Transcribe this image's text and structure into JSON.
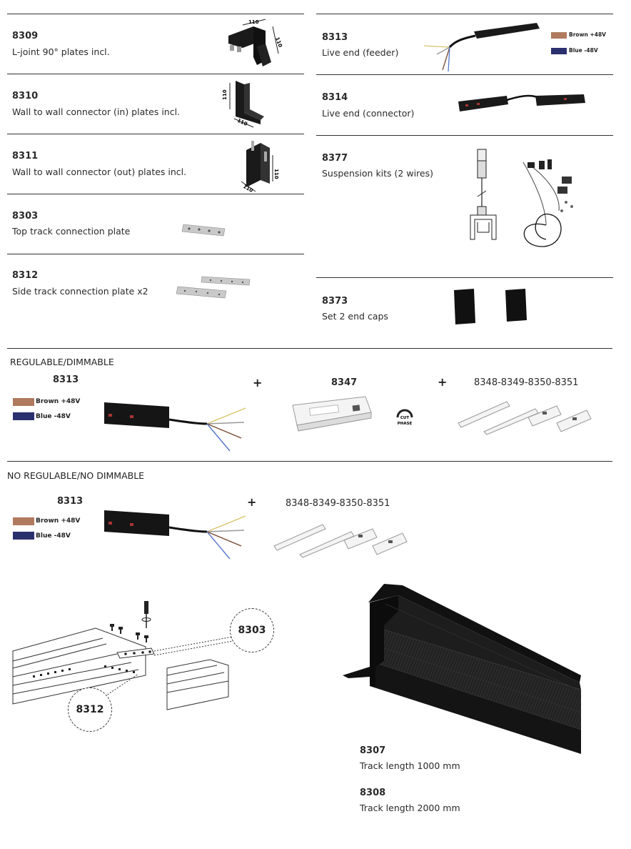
{
  "products_left": [
    {
      "code": "8309",
      "desc": "L-joint 90°  plates incl."
    },
    {
      "code": "8310",
      "desc": "Wall to wall connector (in) plates incl."
    },
    {
      "code": "8311",
      "desc": "Wall to wall connector (out) plates incl."
    },
    {
      "code": "8303",
      "desc": " Top track connection plate"
    },
    {
      "code": "8312",
      "desc": "Side track connection plate x2"
    }
  ],
  "products_right": [
    {
      "code": "8313",
      "desc": "Live end (feeder)"
    },
    {
      "code": "8314",
      "desc": "Live end (connector)"
    },
    {
      "code": "8377",
      "desc": "Suspension kits (2 wires)"
    },
    {
      "code": "8373",
      "desc": "Set 2 end caps"
    }
  ],
  "dims": {
    "d110": "110"
  },
  "wire_legend": {
    "brown": "Brown +48V",
    "blue": "Blue -48V"
  },
  "colors": {
    "brown": "#b07a5e",
    "blue": "#2a2f6e",
    "line": "#333333",
    "track": "#1a1a1a"
  },
  "dimmable": {
    "title": "REGULABLE/DIMMABLE",
    "feeder_code": "8313",
    "plus": "+",
    "driver_code": "8347",
    "cut_phase_top": "CUT",
    "cut_phase_bottom": "PHASE",
    "psu_codes": "8348-8349-8350-8351"
  },
  "nondimmable": {
    "title": "NO REGULABLE/NO DIMMABLE",
    "feeder_code": "8313",
    "plus": "+",
    "psu_codes": "8348-8349-8350-8351"
  },
  "diagram": {
    "callout_top": "8303",
    "callout_side": "8312"
  },
  "tracks": [
    {
      "code": "8307",
      "desc": "Track length 1000 mm"
    },
    {
      "code": "8308",
      "desc": "Track length 2000 mm"
    }
  ]
}
